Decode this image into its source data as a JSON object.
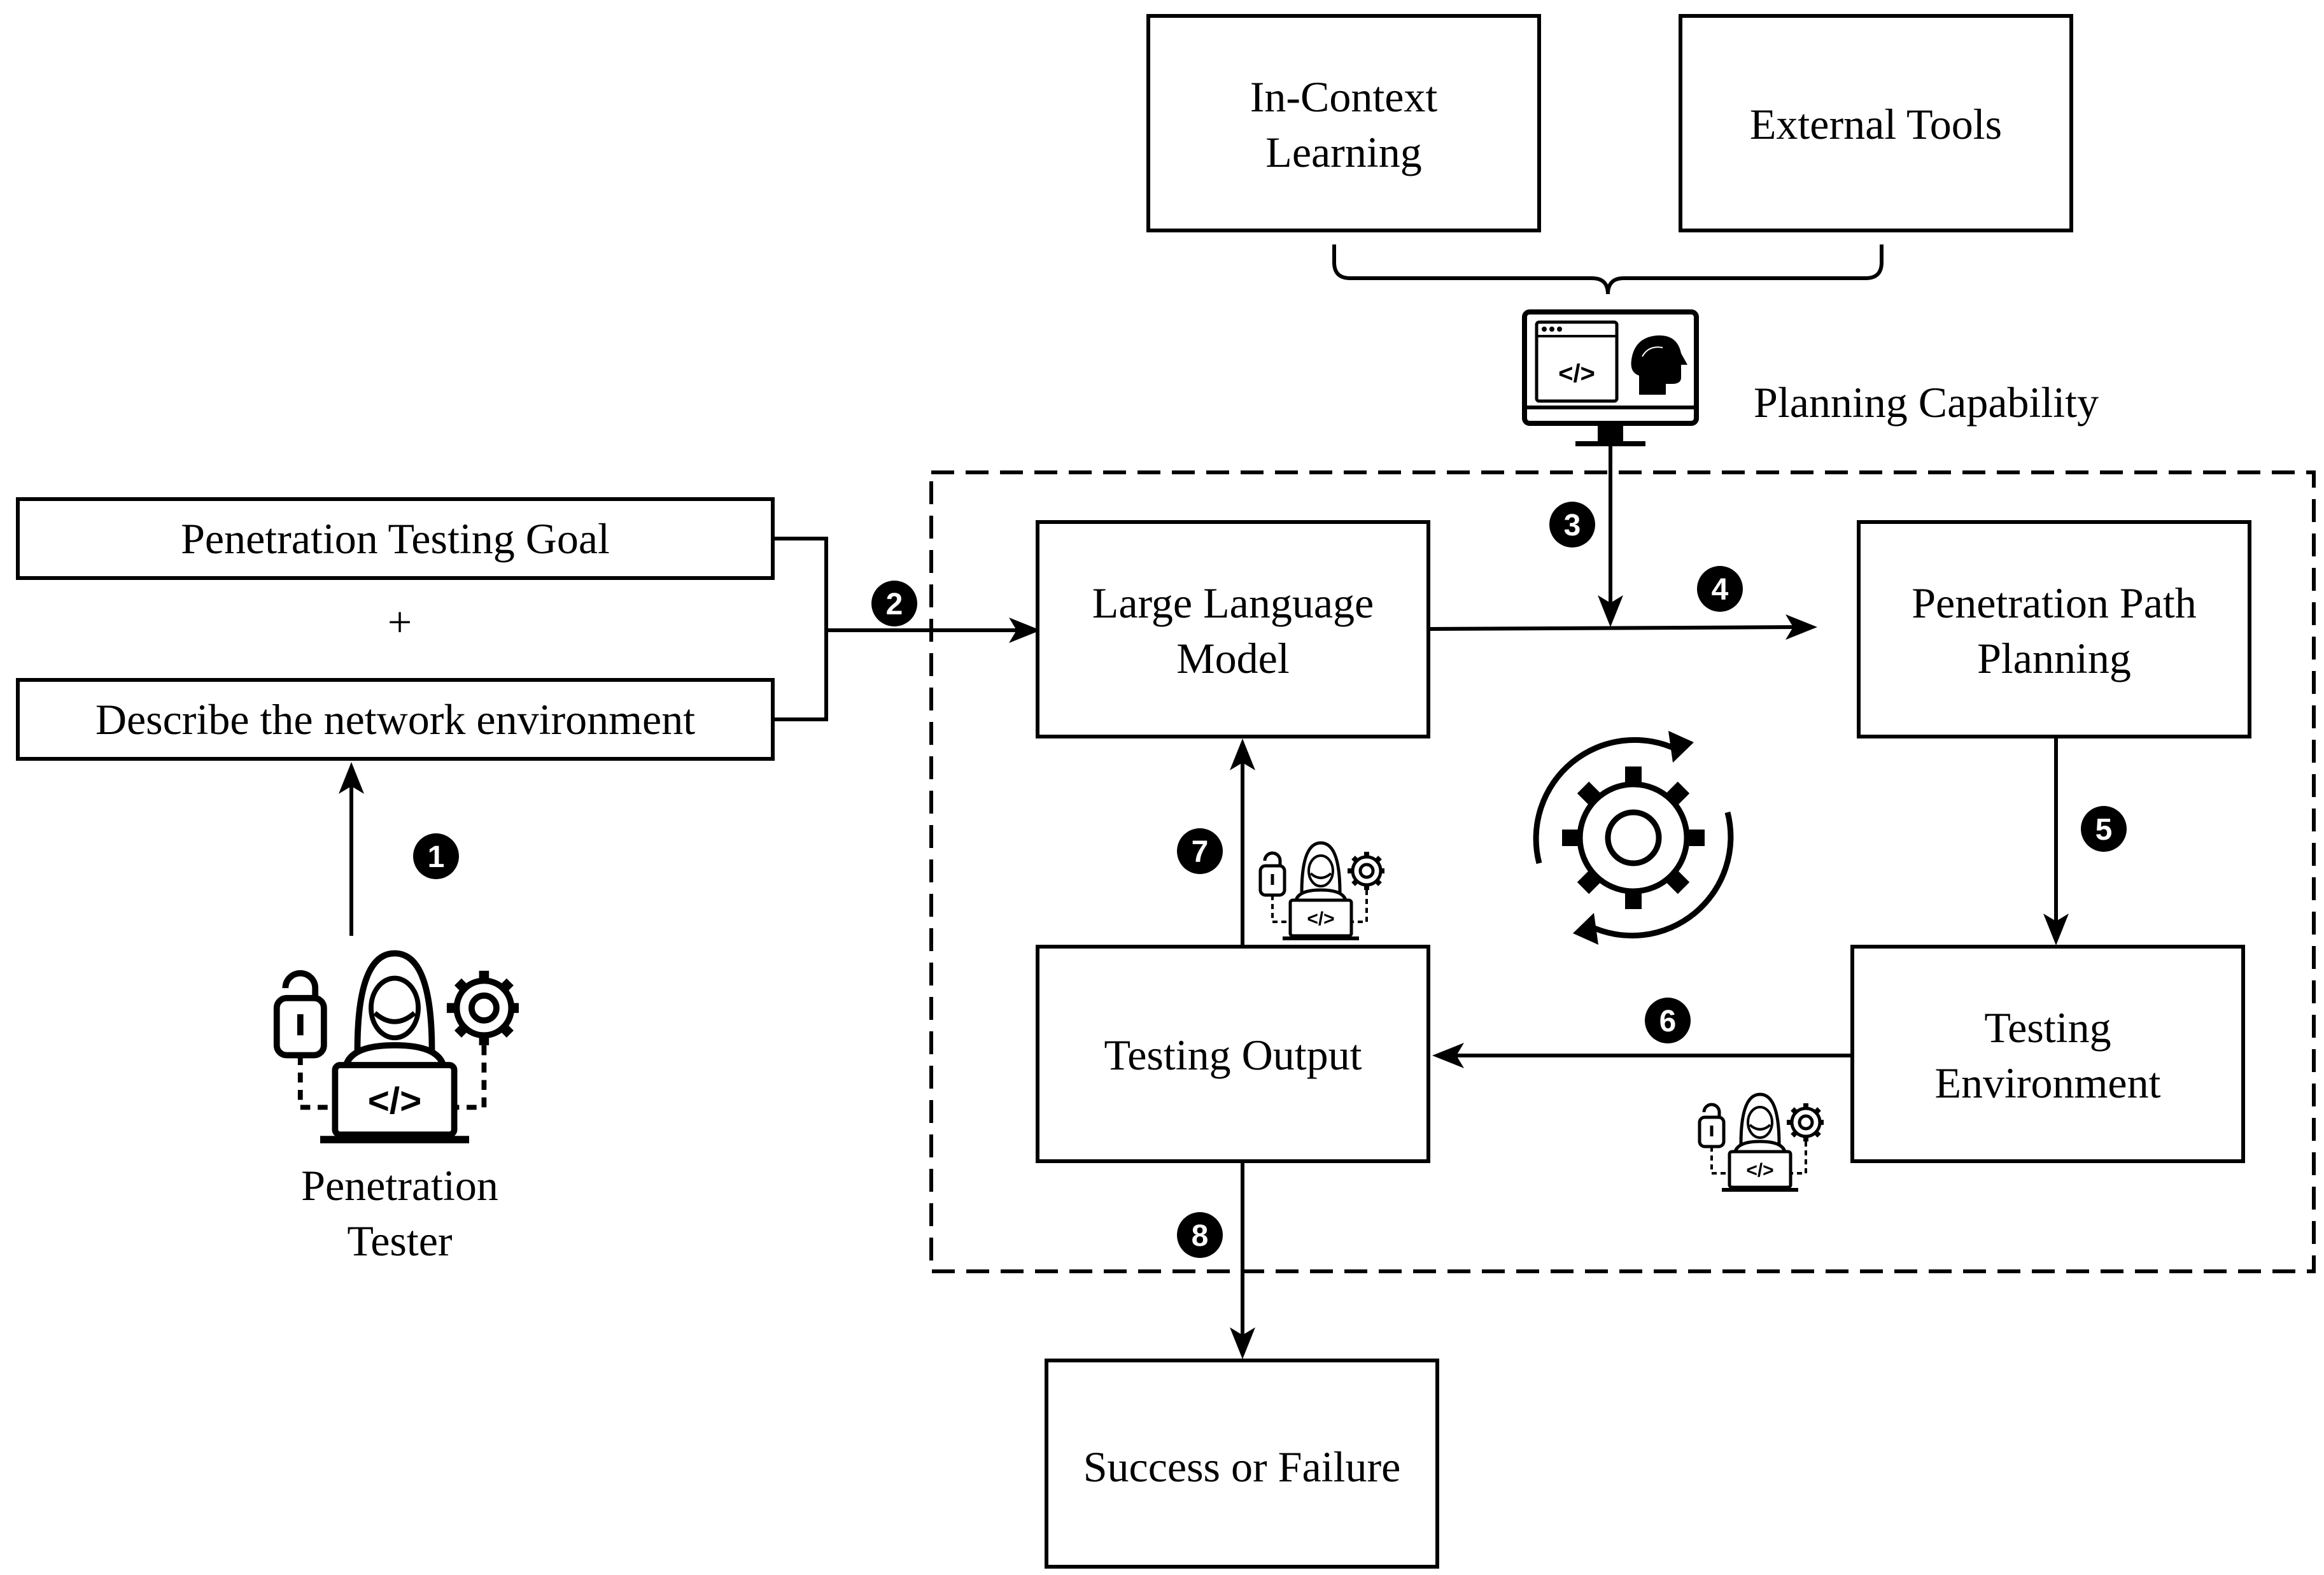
{
  "boxes": {
    "in_context_learning": [
      "In-Context",
      "Learning"
    ],
    "external_tools": [
      "External Tools"
    ],
    "planning_capability": "Planning Capability",
    "penetration_testing_goal": "Penetration Testing Goal",
    "plus": "+",
    "describe_network": "Describe the network environment",
    "penetration_tester": [
      "Penetration",
      "Tester"
    ],
    "large_language_model": [
      "Large Language",
      "Model"
    ],
    "penetration_path_planning": [
      "Penetration Path",
      "Planning"
    ],
    "testing_environment": [
      "Testing",
      "Environment"
    ],
    "testing_output": "Testing Output",
    "success_or_failure": "Success or Failure"
  },
  "steps": [
    "1",
    "2",
    "3",
    "4",
    "5",
    "6",
    "7",
    "8"
  ],
  "icons": {
    "computer": "computer-brain-icon",
    "tester": "hacker-laptop-icon",
    "cycle": "gear-cycle-icon"
  }
}
